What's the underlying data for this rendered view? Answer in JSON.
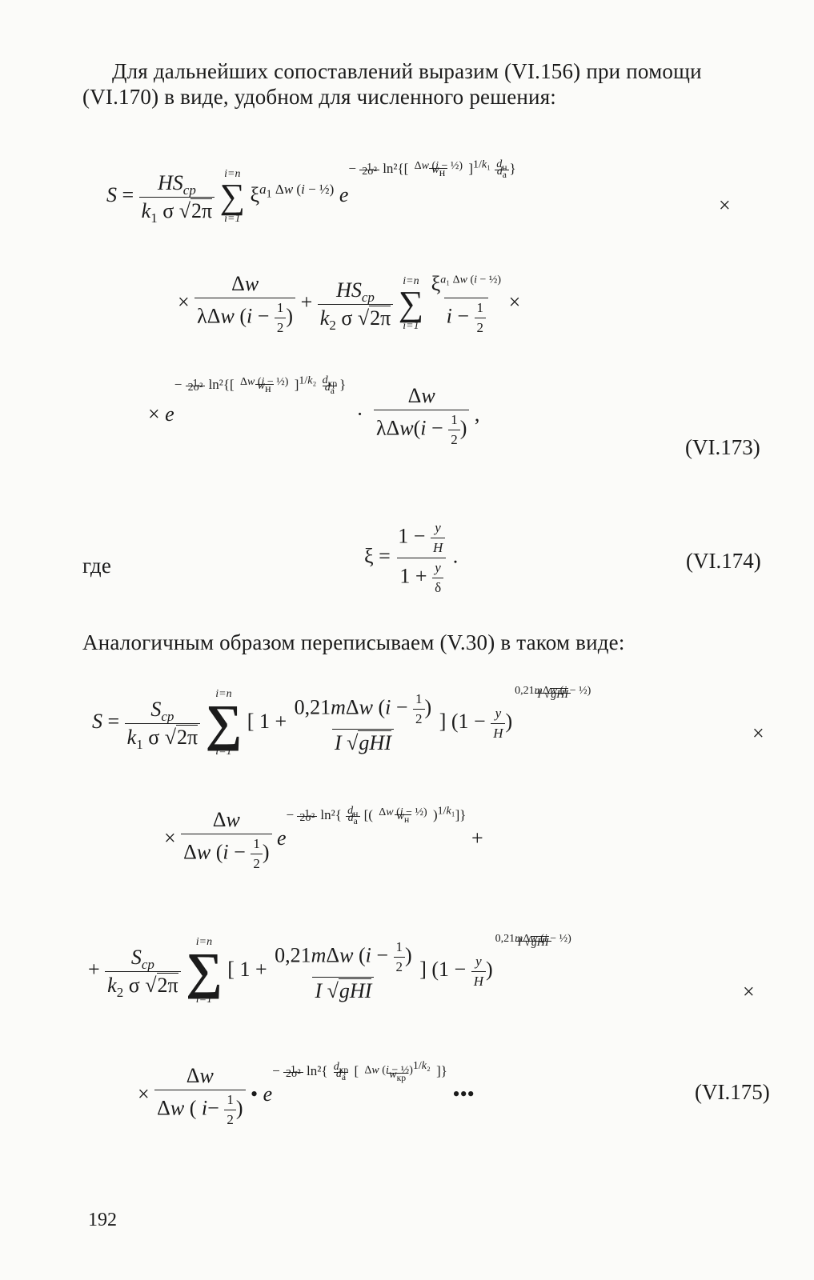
{
  "intro": {
    "line1": "Для дальнейших сопоставлений выразим (VI.156) при помощи",
    "line2": "(VI.170) в виде, удобном для численного решения:"
  },
  "eq173": {
    "label": "(VI.173)"
  },
  "where": {
    "word": "где"
  },
  "eq174": {
    "label": "(VI.174)"
  },
  "analog": {
    "text": "Аналогичным образом переписываем (V.30) в таком виде:"
  },
  "eq175": {
    "label": "(VI.175)",
    "ellipsis": "•••"
  },
  "page": {
    "number": "192"
  },
  "symbols": {
    "S": "S",
    "times": "×",
    "plus": "+",
    "comma": ",",
    "dot": "·",
    "xi": "ξ",
    "e": "e",
    "sum_top": "i = n",
    "sum_bot": "i = 1"
  }
}
